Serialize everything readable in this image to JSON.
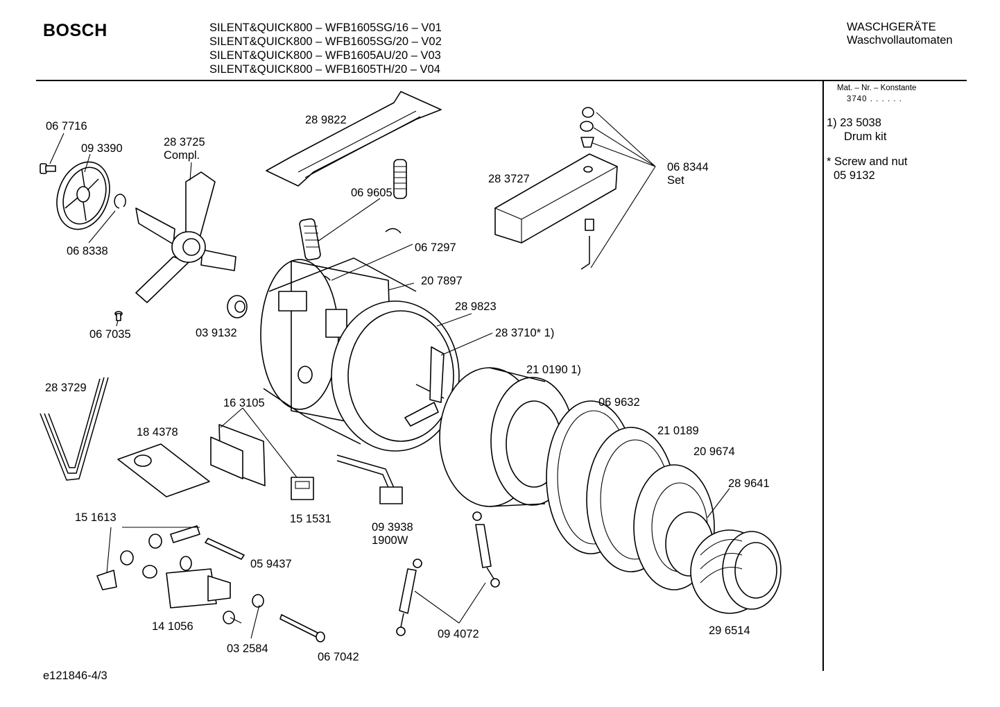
{
  "header": {
    "brand": "BOSCH",
    "models": [
      "SILENT&QUICK800 – WFB1605SG/16 – V01",
      "SILENT&QUICK800 – WFB1605SG/20 – V02",
      "SILENT&QUICK800 – WFB1605AU/20 – V03",
      "SILENT&QUICK800 – WFB1605TH/20 – V04"
    ],
    "category_line1": "WASCHGERÄTE",
    "category_line2": "Waschvollautomaten"
  },
  "sidebar": {
    "mat_label": "Mat. – Nr. – Konstante",
    "mat_value": "3740 . .   . . . .",
    "note1_line1": "1)  23 5038",
    "note1_line2": "Drum kit",
    "note2_line1": "* Screw and nut",
    "note2_line2": "05 9132"
  },
  "footer": {
    "code": "e121846-4/3"
  },
  "parts": [
    {
      "id": "p067716",
      "label": "06 7716"
    },
    {
      "id": "p093390",
      "label": "09 3390"
    },
    {
      "id": "p283725",
      "label": "28 3725"
    },
    {
      "id": "p283725b",
      "label": "Compl."
    },
    {
      "id": "p289822",
      "label": "28 9822"
    },
    {
      "id": "p069605",
      "label": "06 9605"
    },
    {
      "id": "p283727",
      "label": "28 3727"
    },
    {
      "id": "p068344",
      "label": "06 8344"
    },
    {
      "id": "p068344b",
      "label": "Set"
    },
    {
      "id": "p068338",
      "label": "06 8338"
    },
    {
      "id": "p067297",
      "label": "06 7297"
    },
    {
      "id": "p207897",
      "label": "20 7897"
    },
    {
      "id": "p289823",
      "label": "28 9823"
    },
    {
      "id": "p067035",
      "label": "06 7035"
    },
    {
      "id": "p039132",
      "label": "03 9132"
    },
    {
      "id": "p283710",
      "label": "28 3710* 1)"
    },
    {
      "id": "p210190",
      "label": "21 0190 1)"
    },
    {
      "id": "p283729",
      "label": "28 3729"
    },
    {
      "id": "p163105",
      "label": "16 3105"
    },
    {
      "id": "p069632",
      "label": "06 9632"
    },
    {
      "id": "p184378",
      "label": "18 4378"
    },
    {
      "id": "p210189",
      "label": "21 0189"
    },
    {
      "id": "p209674",
      "label": "20 9674"
    },
    {
      "id": "p289641",
      "label": "28 9641"
    },
    {
      "id": "p151613",
      "label": "15 1613"
    },
    {
      "id": "p151531",
      "label": "15 1531"
    },
    {
      "id": "p093938",
      "label": "09 3938"
    },
    {
      "id": "p093938b",
      "label": "1900W"
    },
    {
      "id": "p059437",
      "label": "05 9437"
    },
    {
      "id": "p141056",
      "label": "14 1056"
    },
    {
      "id": "p094072",
      "label": "09 4072"
    },
    {
      "id": "p296514",
      "label": "29 6514"
    },
    {
      "id": "p032584",
      "label": "03 2584"
    },
    {
      "id": "p067042",
      "label": "06 7042"
    }
  ]
}
